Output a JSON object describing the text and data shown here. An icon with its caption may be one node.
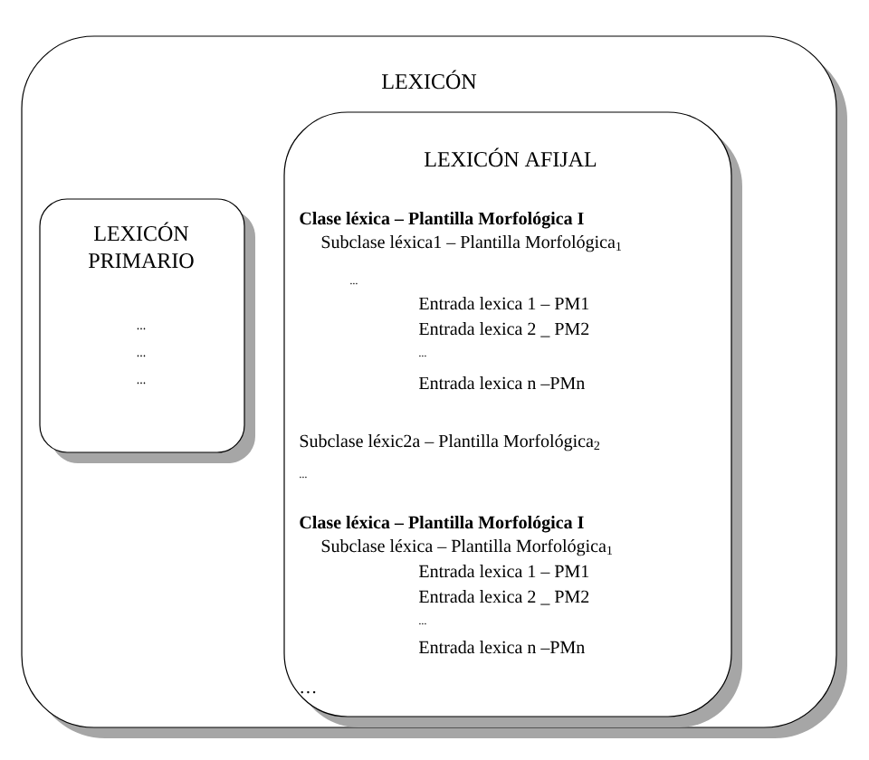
{
  "diagram": {
    "nodes": [
      {
        "text": [
          "LEXICÓN"
        ]
      },
      {
        "text": [
          "LEXICÓN PRIMARIO",
          "...",
          "...",
          "..."
        ],
        "in": 0
      },
      {
        "text": [
          "LEXICÓN AFIJAL",
          "Clase léxica – Plantilla Morfológica I",
          "Subclase léxica1 – Plantilla Morfológica$_{1}$",
          "...",
          "Entrada lexica 1 – PM1",
          "Entrada lexica 2 _ PM2",
          "...",
          "Entrada lexica n –PMn",
          "Subclase léxic2a – Plantilla Morfológica$_{2}$",
          "...",
          "Clase léxica – Plantilla Morfológica I",
          "Subclase léxica – Plantilla Morfológica$_{1}$",
          "Entrada lexica 1 – PM1",
          "Entrada lexica 2 _ PM2",
          "...",
          "Entrada lexica n –PMn",
          "…"
        ],
        "in": 0
      }
    ]
  }
}
